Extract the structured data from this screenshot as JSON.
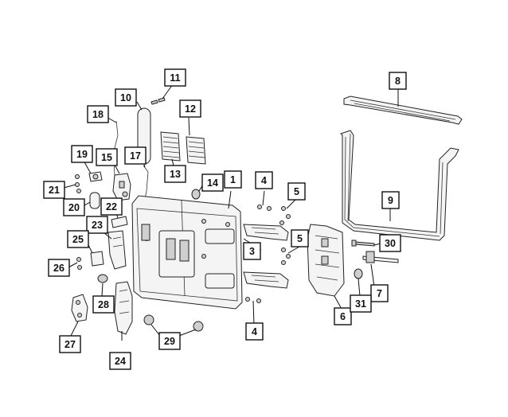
{
  "diagram": {
    "callouts": [
      {
        "id": "c1",
        "label": "1"
      },
      {
        "id": "c3",
        "label": "3"
      },
      {
        "id": "c4a",
        "label": "4"
      },
      {
        "id": "c4b",
        "label": "4"
      },
      {
        "id": "c5a",
        "label": "5"
      },
      {
        "id": "c5b",
        "label": "5"
      },
      {
        "id": "c6",
        "label": "6"
      },
      {
        "id": "c7",
        "label": "7"
      },
      {
        "id": "c8",
        "label": "8"
      },
      {
        "id": "c9",
        "label": "9"
      },
      {
        "id": "c10",
        "label": "10"
      },
      {
        "id": "c11",
        "label": "11"
      },
      {
        "id": "c12",
        "label": "12"
      },
      {
        "id": "c13",
        "label": "13"
      },
      {
        "id": "c14",
        "label": "14"
      },
      {
        "id": "c15",
        "label": "15"
      },
      {
        "id": "c17",
        "label": "17"
      },
      {
        "id": "c18",
        "label": "18"
      },
      {
        "id": "c19",
        "label": "19"
      },
      {
        "id": "c20",
        "label": "20"
      },
      {
        "id": "c21",
        "label": "21"
      },
      {
        "id": "c22",
        "label": "22"
      },
      {
        "id": "c23",
        "label": "23"
      },
      {
        "id": "c24",
        "label": "24"
      },
      {
        "id": "c25",
        "label": "25"
      },
      {
        "id": "c26",
        "label": "26"
      },
      {
        "id": "c27",
        "label": "27"
      },
      {
        "id": "c28",
        "label": "28"
      },
      {
        "id": "c29",
        "label": "29"
      },
      {
        "id": "c30",
        "label": "30"
      },
      {
        "id": "c31",
        "label": "31"
      }
    ]
  }
}
